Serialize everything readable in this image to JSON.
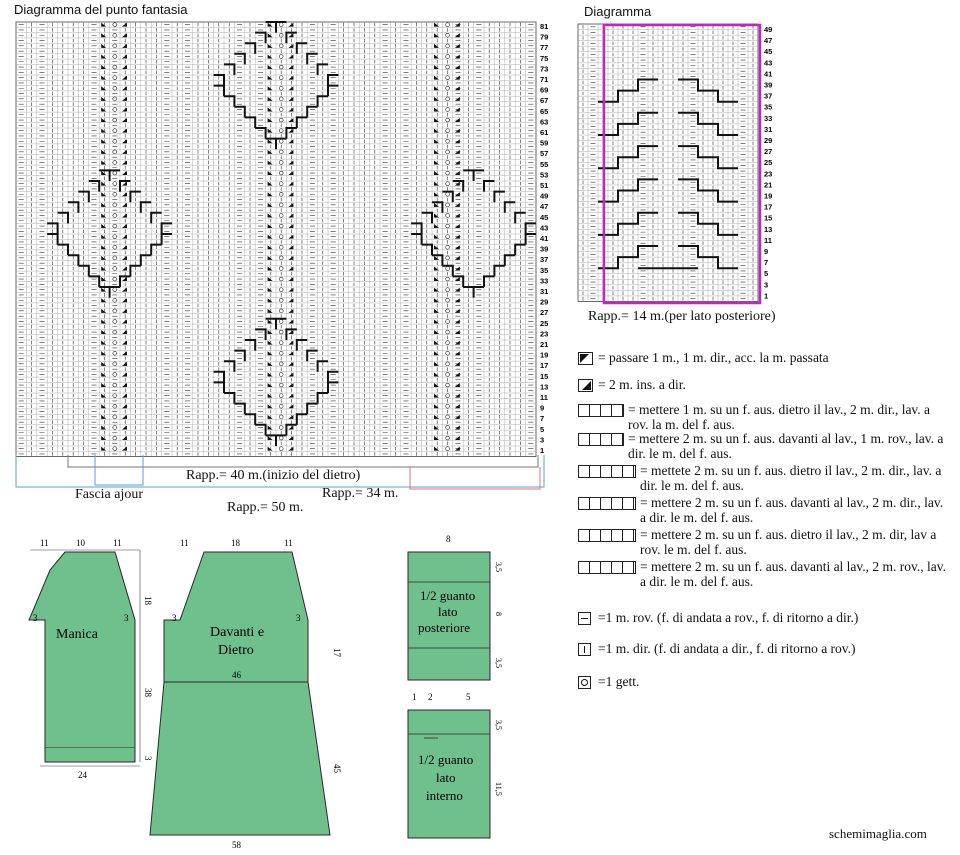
{
  "main_chart": {
    "title": "Diagramma del punto fantasia",
    "row_labels": [
      "81",
      "79",
      "77",
      "75",
      "73",
      "71",
      "69",
      "67",
      "65",
      "63",
      "61",
      "59",
      "57",
      "55",
      "53",
      "51",
      "49",
      "47",
      "45",
      "43",
      "41",
      "39",
      "37",
      "35",
      "33",
      "31",
      "29",
      "27",
      "25",
      "23",
      "21",
      "19",
      "17",
      "15",
      "13",
      "11",
      "9",
      "7",
      "5",
      "3",
      "1"
    ],
    "rapp_40": "Rapp.= 40 m.(inizio del dietro)",
    "rapp_34": "Rapp.= 34 m.",
    "rapp_50": "Rapp.= 50 m.",
    "fascia": "Fascia ajour"
  },
  "small_chart": {
    "title": "Diagramma",
    "row_labels": [
      "49",
      "47",
      "45",
      "43",
      "41",
      "39",
      "37",
      "35",
      "33",
      "31",
      "29",
      "27",
      "25",
      "23",
      "21",
      "19",
      "17",
      "15",
      "13",
      "11",
      "9",
      "7",
      "5",
      "3",
      "1"
    ],
    "rapp": "Rapp.= 14 m.(per lato posteriore)",
    "highlight_color": "#c026c4"
  },
  "legend": [
    {
      "icon": "left-decrease",
      "text": "= passare 1 m., 1 m. dir., acc. la m. passata"
    },
    {
      "icon": "right-decrease",
      "text": "= 2 m. ins. a dir."
    },
    {
      "icon": "cable-1-2-back",
      "text": "= mettere 1 m. su un f. aus. dietro il lav., 2 m. dir., lav. a rov. la m. del f. aus."
    },
    {
      "icon": "cable-2-1-front",
      "text": "= mettere 2 m. su un f. aus. davanti al lav., 1 m. rov., lav. a dir. le m. del f. aus."
    },
    {
      "icon": "cable-2-2-back",
      "text": "= mettete 2 m. su un f. aus. dietro il lav., 2 m. dir., lav. a dir. le m. del f. aus."
    },
    {
      "icon": "cable-2-2-front",
      "text": "= mettere 2 m. su un f. aus. davanti al lav., 2 m. dir., lav. a dir. le m. del f. aus."
    },
    {
      "icon": "cable-2-2-back-purl",
      "text": "= mettere 2 m. su un f. aus. dietro il lav., 2 m. dir, lav a rov. le m. del f. aus."
    },
    {
      "icon": "cable-2-2-front-purl",
      "text": "= mettere 2 m. su un f. aus. davanti al lav., 2 m. rov., lav. a dir. le m. del f. aus."
    },
    {
      "icon": "purl-dash",
      "text": "=1 m. rov. (f. di andata a rov., f. di ritorno a dir.)"
    },
    {
      "icon": "knit-bar",
      "text": "=1 m. dir. (f. di andata a dir., f. di ritorno a rov.)"
    },
    {
      "icon": "yarn-over-circle",
      "text": "=1 gett."
    }
  ],
  "schematics": {
    "fill_color": "#6fc08c",
    "manica": {
      "label": "Manica",
      "top_left": "11",
      "top_mid": "10",
      "top_right": "11",
      "side_left": "3",
      "side_right": "3",
      "h1": "18",
      "h2": "38",
      "h3": "3",
      "bottom": "24"
    },
    "body": {
      "label1": "Davanti e",
      "label2": "Dietro",
      "top_left": "11",
      "top_mid": "18",
      "top_right": "11",
      "side_left": "3",
      "side_right": "3",
      "h1": "17",
      "mid": "46",
      "h2": "45",
      "bottom": "58"
    },
    "guanto_post": {
      "l1": "1/2 guanto",
      "l2": "lato",
      "l3": "posteriore",
      "top": "8",
      "r1": "3,5",
      "r2": "8",
      "r3": "3,5"
    },
    "guanto_int": {
      "l1": "1/2 guanto",
      "l2": "lato",
      "l3": "interno",
      "t1": "1",
      "t2": "2",
      "t3": "5",
      "r1": "3,5",
      "r2": "11,5"
    }
  },
  "footer": {
    "site": "schemimaglia.com"
  }
}
